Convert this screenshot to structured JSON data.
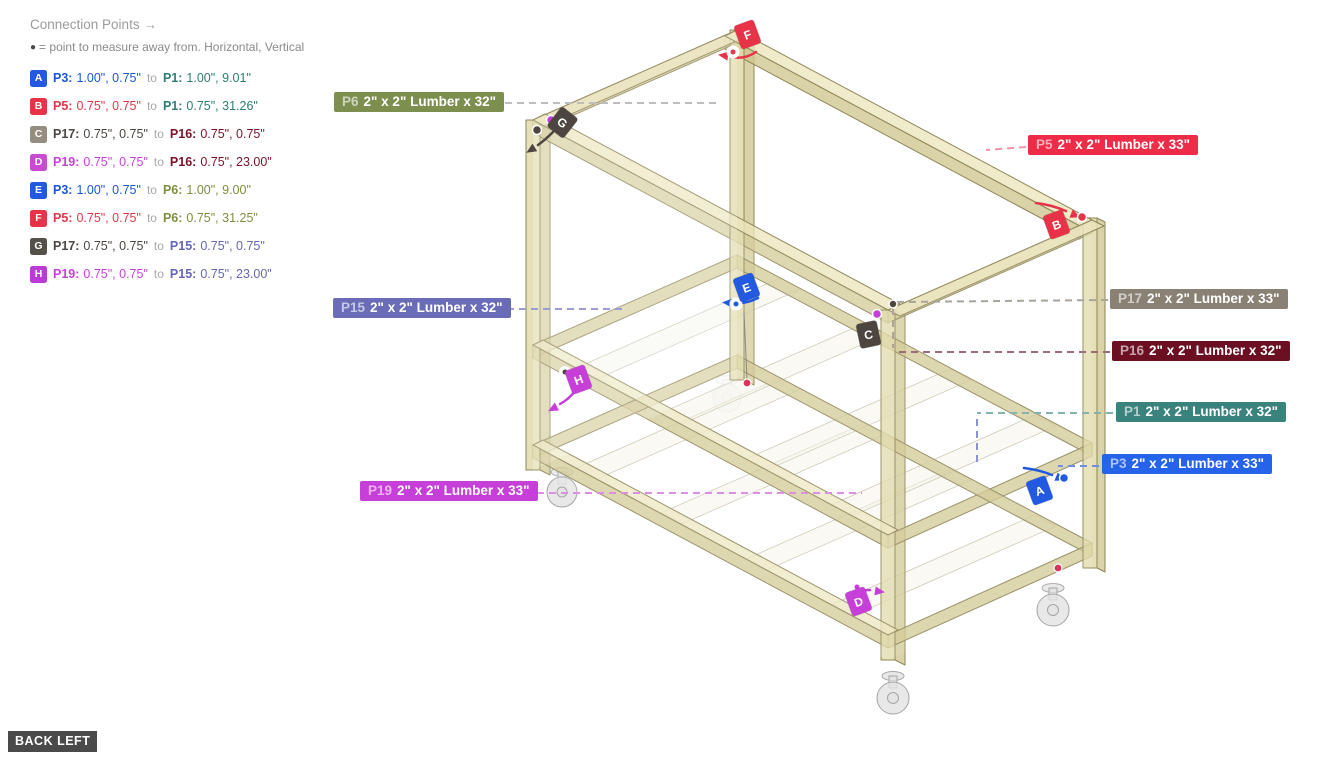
{
  "header": {
    "title": "Connection Points →",
    "note_bullet": "●",
    "note_text": "= point to measure away from. Horizontal, Vertical",
    "view_label": "BACK LEFT"
  },
  "legend": [
    {
      "letter": "A",
      "badge_color": "#2159e0",
      "from_label": "P3:",
      "from_values": "1.00\", 0.75\"",
      "from_color": "#1a56db",
      "to_word": "to",
      "to_label": "P1:",
      "to_values": "1.00\", 9.01\"",
      "to_color": "#2e7d74"
    },
    {
      "letter": "B",
      "badge_color": "#e73248",
      "from_label": "P5:",
      "from_values": "0.75\", 0.75\"",
      "from_color": "#e8344a",
      "to_word": "to",
      "to_label": "P1:",
      "to_values": "0.75\", 31.26\"",
      "to_color": "#2e7d74"
    },
    {
      "letter": "C",
      "badge_color": "#958d7f",
      "from_label": "P17:",
      "from_values": "0.75\", 0.75\"",
      "from_color": "#4a4641",
      "to_word": "to",
      "to_label": "P16:",
      "to_values": "0.75\", 0.75\"",
      "to_color": "#7d1128"
    },
    {
      "letter": "D",
      "badge_color": "#cb4ad4",
      "from_label": "P19:",
      "from_values": "0.75\", 0.75\"",
      "from_color": "#c73fd9",
      "to_word": "to",
      "to_label": "P16:",
      "to_values": "0.75\", 23.00\"",
      "to_color": "#7d1128"
    },
    {
      "letter": "E",
      "badge_color": "#2159e0",
      "from_label": "P3:",
      "from_values": "1.00\", 0.75\"",
      "from_color": "#1a56db",
      "to_word": "to",
      "to_label": "P6:",
      "to_values": "1.00\", 9.00\"",
      "to_color": "#7d8f3f"
    },
    {
      "letter": "F",
      "badge_color": "#e73248",
      "from_label": "P5:",
      "from_values": "0.75\", 0.75\"",
      "from_color": "#e8344a",
      "to_word": "to",
      "to_label": "P6:",
      "to_values": "0.75\", 31.25\"",
      "to_color": "#7d8f3f"
    },
    {
      "letter": "G",
      "badge_color": "#55504a",
      "from_label": "P17:",
      "from_values": "0.75\", 0.75\"",
      "from_color": "#4a4641",
      "to_word": "to",
      "to_label": "P15:",
      "to_values": "0.75\", 0.75\"",
      "to_color": "#6467b2"
    },
    {
      "letter": "H",
      "badge_color": "#bb3bd6",
      "from_label": "P19:",
      "from_values": "0.75\", 0.75\"",
      "from_color": "#c73fd9",
      "to_word": "to",
      "to_label": "P15:",
      "to_values": "0.75\", 23.00\"",
      "to_color": "#6467b2"
    }
  ],
  "parts": [
    {
      "id": "P6",
      "text": "2\" x 2\" Lumber x 32\"",
      "color": "#7d8f4f",
      "leader": "#bdbdbd"
    },
    {
      "id": "P5",
      "text": "2\" x 2\" Lumber x 33\"",
      "color": "#ee2c47",
      "leader": "#f493a3"
    },
    {
      "id": "P15",
      "text": "2\" x 2\" Lumber x 32\"",
      "color": "#6a6cb7",
      "leader": "#9b9ccf"
    },
    {
      "id": "P17",
      "text": "2\" x 2\" Lumber x 33\"",
      "color": "#8a8175",
      "leader": "#a9a49c"
    },
    {
      "id": "P16",
      "text": "2\" x 2\" Lumber x 32\"",
      "color": "#6d0f23",
      "leader": "#9b6b76"
    },
    {
      "id": "P1",
      "text": "2\" x 2\" Lumber x 32\"",
      "color": "#3a837d",
      "leader": "#84b3ae"
    },
    {
      "id": "P3",
      "text": "2\" x 2\" Lumber x 33\"",
      "color": "#2563eb",
      "leader": "#6e8ce8"
    },
    {
      "id": "P19",
      "text": "2\" x 2\" Lumber x 33\"",
      "color": "#c73fd9",
      "leader": "#de8fe5"
    }
  ],
  "markers": [
    {
      "letter": "A",
      "color": "#2159e0"
    },
    {
      "letter": "B",
      "color": "#e73248"
    },
    {
      "letter": "C",
      "color": "#4d4640"
    },
    {
      "letter": "D",
      "color": "#c73fd9"
    },
    {
      "letter": "E",
      "color": "#2159e0"
    },
    {
      "letter": "F",
      "color": "#e73248"
    },
    {
      "letter": "G",
      "color": "#4d4640"
    },
    {
      "letter": "H",
      "color": "#c73fd9"
    }
  ],
  "annotation_colors": {
    "red": "#e73248",
    "blue": "#2159e0",
    "magenta": "#c73fd9",
    "dark": "#4d4640",
    "dot_red": "#d4365c",
    "violet_dash": "#8a93cf"
  },
  "model": {
    "wood_fill": "#ded7a4",
    "wood_top": "#ece5bc",
    "wood_side": "#cfc78e",
    "wood_stroke": "#8f8659",
    "slat_fill": "#f6f3e8",
    "slat_stroke": "#c9c4ae",
    "caster_fill": "#e2e2e2",
    "caster_stroke": "#a5a5a5"
  }
}
